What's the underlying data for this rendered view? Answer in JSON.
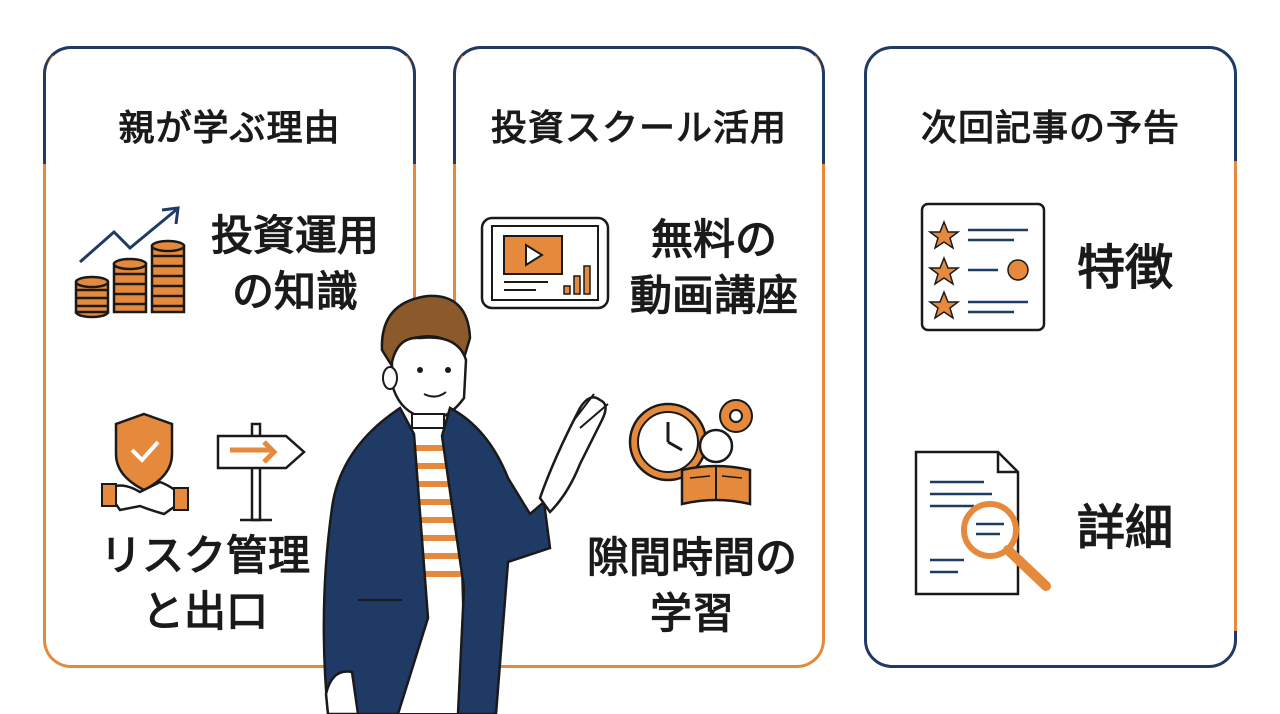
{
  "cards": [
    {
      "title": "親が学ぶ理由",
      "items": [
        {
          "icon": "growth-coins-icon",
          "label_line1": "投資運用",
          "label_line2": "の知識"
        },
        {
          "icon": "shield-handshake-signpost-icon",
          "label_line1": "リスク管理",
          "label_line2": "と出口"
        }
      ]
    },
    {
      "title": "投資スクール活用",
      "items": [
        {
          "icon": "video-tablet-icon",
          "label_line1": "無料の",
          "label_line2": "動画講座"
        },
        {
          "icon": "clock-reading-icon",
          "label_line1": "隙間時間の",
          "label_line2": "学習"
        }
      ]
    },
    {
      "title": "次回記事の予告",
      "items": [
        {
          "icon": "star-checklist-icon",
          "label_line1": "特徴"
        },
        {
          "icon": "document-magnifier-icon",
          "label_line1": "詳細"
        }
      ]
    }
  ],
  "colors": {
    "navy": "#1f3a64",
    "orange": "#e58a3c",
    "text": "#1a1a1a"
  },
  "illustration": "presenter-man-icon"
}
